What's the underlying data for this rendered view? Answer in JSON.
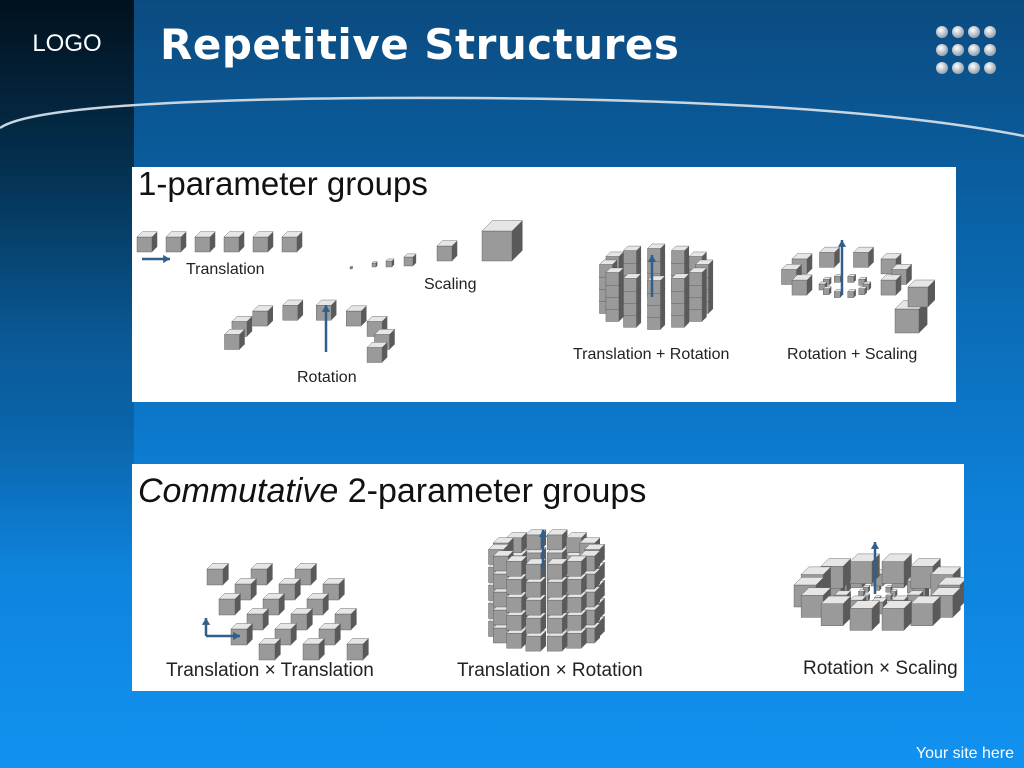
{
  "header": {
    "logo": "LOGO",
    "title": "Repetitive Structures"
  },
  "panel_one": {
    "title": "1-parameter groups",
    "labels": {
      "translation": "Translation",
      "scaling": "Scaling",
      "rotation": "Rotation",
      "translation_rotation": "Translation + Rotation",
      "rotation_scaling": "Rotation + Scaling"
    }
  },
  "panel_two": {
    "title_italic": "Commutative",
    "title_rest": " 2-parameter groups",
    "labels": {
      "translation_translation": "Translation × Translation",
      "translation_rotation": "Translation × Rotation",
      "rotation_scaling": "Rotation × Scaling"
    }
  },
  "footer": {
    "site": "Your site here"
  },
  "colors": {
    "cube_front": "#9a9a9a",
    "cube_top": "#e6e6e6",
    "cube_side": "#5a5a5a",
    "arrow": "#2f5f8a"
  }
}
